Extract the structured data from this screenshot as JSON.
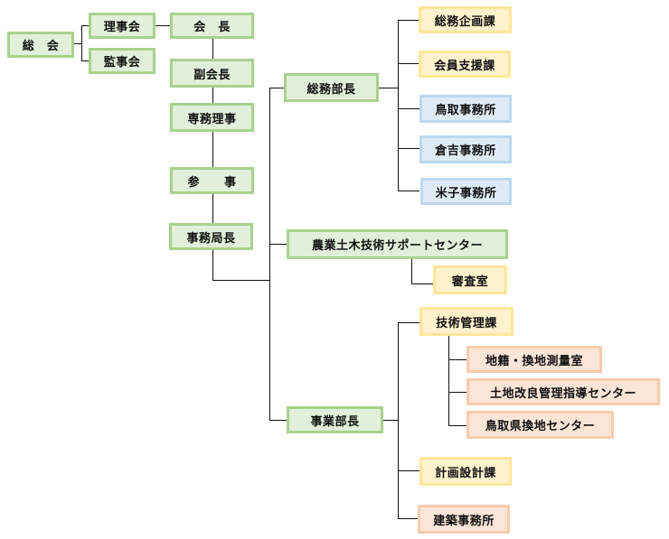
{
  "diagram": {
    "type": "organization-chart",
    "colors": {
      "executive_green": "#e2efda",
      "section_yellow": "#fff2cc",
      "office_blue": "#deebf7",
      "unit_orange": "#fbe5d6",
      "connector": "#111111"
    },
    "nodes": {
      "general_assembly": "総　会",
      "board": "理事会",
      "auditors": "監事会",
      "president": "会　長",
      "vice_president": "副会長",
      "executive_director": "専務理事",
      "counselor": "参　　事",
      "secretary_general": "事務局長",
      "general_affairs_director": "総務部長",
      "planning_section": "総務企画課",
      "member_support_section": "会員支援課",
      "tottori_office": "鳥取事務所",
      "kurayoshi_office": "倉吉事務所",
      "yonago_office": "米子事務所",
      "support_center": "農業土木技術サポートセンター",
      "review_office": "審査室",
      "operations_director": "事業部長",
      "tech_management_section": "技術管理課",
      "cadastral_office": "地籍・換地測量室",
      "land_improvement_center": "土地改良管理指導センター",
      "tottori_replotting_center": "鳥取県換地センター",
      "design_section": "計画設計課",
      "construction_office": "建築事務所"
    }
  }
}
